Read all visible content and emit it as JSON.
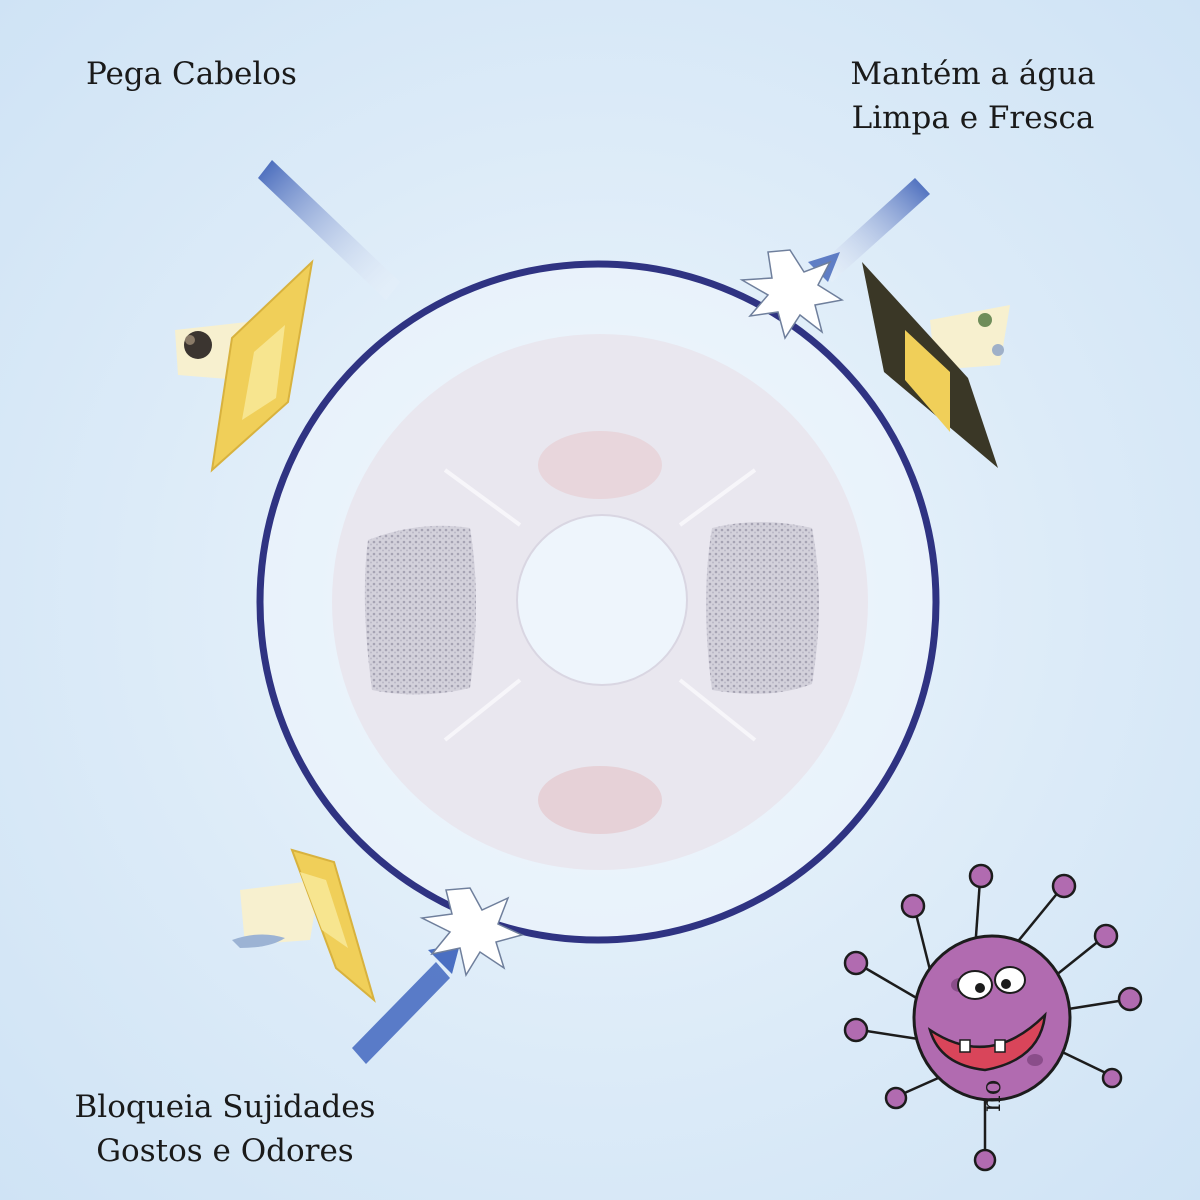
{
  "captions": {
    "top_left": "Pega Cabelos",
    "top_right": [
      "Mantém a água",
      "Limpa e Fresca"
    ],
    "bottom_left": [
      "Bloqueia Sujidades",
      "Gostos e Odores"
    ]
  },
  "microbe_label": "no",
  "colors": {
    "ring": "#2f3382",
    "arrow": "#4a6fc2",
    "shield_yellow": "#f3d65a",
    "microbe": "#b16bb0",
    "filter_disc": "#eceaf1"
  },
  "icons": [
    "filter-disc",
    "blue-arrow",
    "yellow-shield",
    "burst-icon",
    "microbe-mascot"
  ]
}
